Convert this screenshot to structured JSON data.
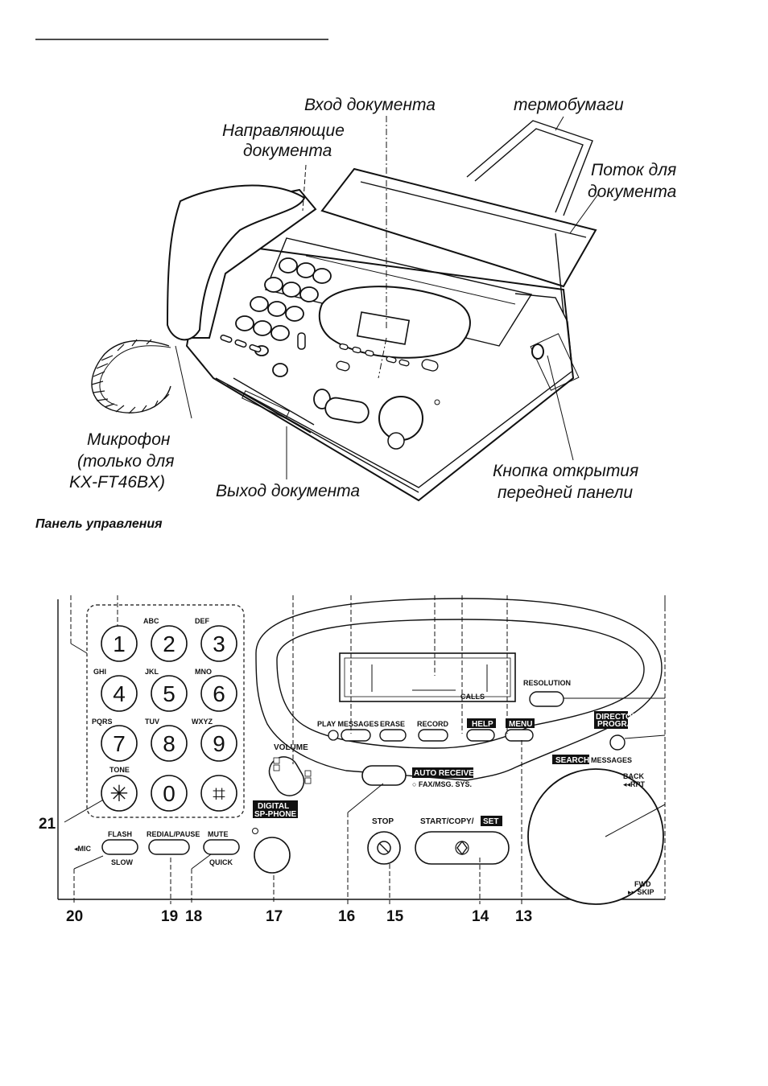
{
  "illustration_callouts": {
    "doc_input": "Вход документа",
    "thermal_paper": "термобумаги",
    "doc_guides_1": "Направляющие",
    "doc_guides_2": "документа",
    "doc_tray_1": "Поток для",
    "doc_tray_2": "документа",
    "microphone_1": "Микрофон",
    "microphone_2": "(только для",
    "microphone_3": "KX-FT46BX)",
    "doc_output": "Выход документа",
    "front_panel_btn_1": "Кнопка открытия",
    "front_panel_btn_2": "передней панели"
  },
  "panel_heading": "Панель управления",
  "keypad": {
    "keys": [
      "1",
      "2",
      "3",
      "4",
      "5",
      "6",
      "7",
      "8",
      "9",
      "✳",
      "0",
      "⌗"
    ],
    "sublabels": [
      "",
      "ABC",
      "DEF",
      "GHI",
      "JKL",
      "MNO",
      "PQRS",
      "TUV",
      "WXYZ",
      "TONE",
      "",
      ""
    ]
  },
  "panel_labels": {
    "volume": "VOLUME",
    "flash": "FLASH",
    "slow": "SLOW",
    "mic": "◂MIC",
    "redial_pause": "REDIAL/PAUSE",
    "mute": "MUTE",
    "quick": "QUICK",
    "digital_sp_phone_1": "DIGITAL",
    "digital_sp_phone_2": "SP-PHONE",
    "stop": "STOP",
    "start_copy": "START/COPY/",
    "set": "SET",
    "auto_receive": "AUTO RECEIVE",
    "fax_msg_sys": "○ FAX/MSG. SYS.",
    "play_messages": "PLAY MESSAGES",
    "erase": "ERASE",
    "record": "RECORD",
    "help": "HELP",
    "menu": "MENU",
    "calls": "CALLS",
    "resolution": "RESOLUTION",
    "directory_1": "DIRECTORY",
    "directory_2": "PROGRAM",
    "search": "SEARCH",
    "messages": "MESSAGES",
    "back": "BACK",
    "rpt": "◂◂RPT",
    "fwd": "FWD",
    "skip": "▸▸ SKIP"
  },
  "callout_numbers": [
    "21",
    "20",
    "19",
    "18",
    "17",
    "16",
    "15",
    "14",
    "13"
  ]
}
